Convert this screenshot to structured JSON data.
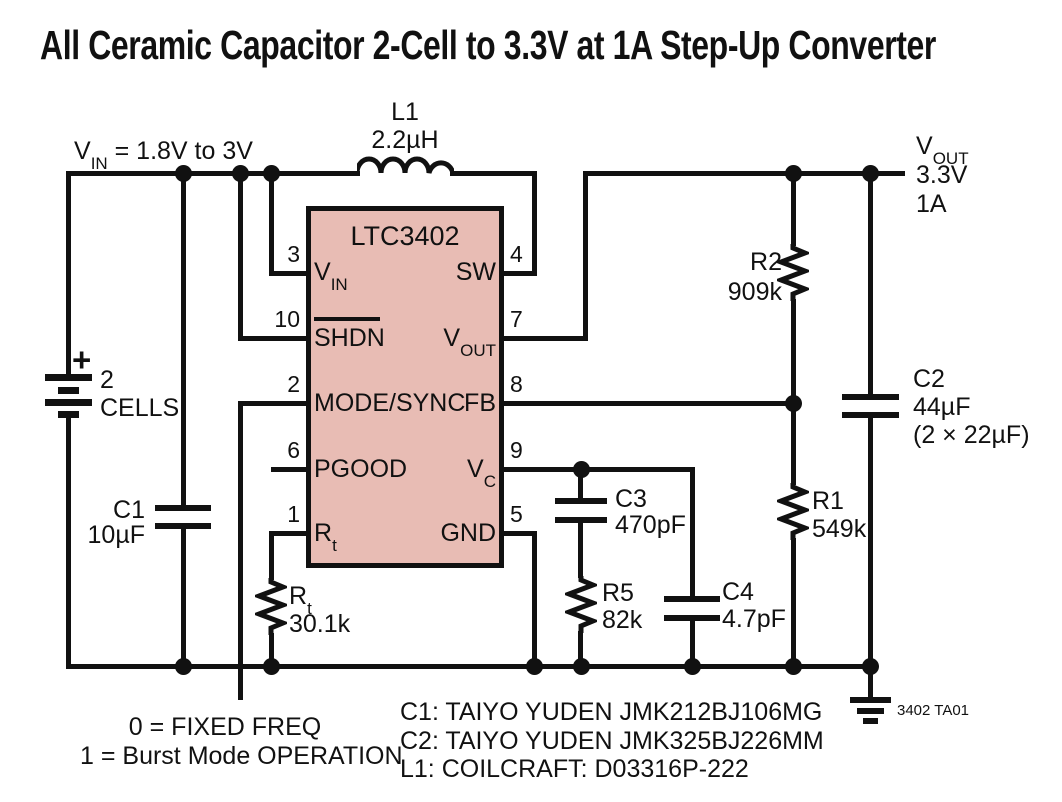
{
  "title": "All Ceramic Capacitor 2-Cell to 3.3V at 1A Step-Up Converter",
  "vin_rail_label": {
    "pre": "V",
    "sub": "IN",
    "post": " = 1.8V to 3V"
  },
  "vout_terminal": {
    "pre": "V",
    "sub": "OUT",
    "line2": "3.3V",
    "line3": "1A"
  },
  "ic": {
    "name": "LTC3402",
    "left_pins": [
      {
        "num": "3",
        "label": "V",
        "sub": "IN"
      },
      {
        "num": "10",
        "label": "SHDN",
        "sub": ""
      },
      {
        "num": "2",
        "label": "MODE/SYNC",
        "sub": ""
      },
      {
        "num": "6",
        "label": "PGOOD",
        "sub": ""
      },
      {
        "num": "1",
        "label": "R",
        "sub": "t"
      }
    ],
    "right_pins": [
      {
        "num": "4",
        "label": "SW",
        "sub": ""
      },
      {
        "num": "7",
        "label": "V",
        "sub": "OUT"
      },
      {
        "num": "8",
        "label": "FB",
        "sub": ""
      },
      {
        "num": "9",
        "label": "V",
        "sub": "C"
      },
      {
        "num": "5",
        "label": "GND",
        "sub": ""
      }
    ]
  },
  "components": {
    "l1": {
      "ref": "L1",
      "value": "2.2µH"
    },
    "battery": {
      "plus": "+",
      "qty": "2",
      "label": "CELLS"
    },
    "c1": {
      "ref": "C1",
      "value": "10µF"
    },
    "c2": {
      "ref": "C2",
      "value": "44µF",
      "note": "(2 × 22µF)"
    },
    "c3": {
      "ref": "C3",
      "value": "470pF"
    },
    "c4": {
      "ref": "C4",
      "value": "4.7pF"
    },
    "r1": {
      "ref": "R1",
      "value": "549k"
    },
    "r2": {
      "ref": "R2",
      "value": "909k"
    },
    "r5": {
      "ref": "R5",
      "value": "82k"
    },
    "rt": {
      "ref": "R",
      "ref_sub": "t",
      "value": "30.1k"
    }
  },
  "annotations": {
    "mode_line1": "0 = FIXED FREQ",
    "mode_line2": "1 = Burst Mode OPERATION",
    "parts": [
      "C1: TAIYO YUDEN JMK212BJ106MG",
      "C2: TAIYO YUDEN JMK325BJ226MM",
      "L1: COILCRAFT: D03316P-222"
    ],
    "fig_id": "3402 TA01"
  },
  "colors": {
    "ic_fill": "#e8bcb4",
    "line": "#111111",
    "background": "#ffffff"
  }
}
